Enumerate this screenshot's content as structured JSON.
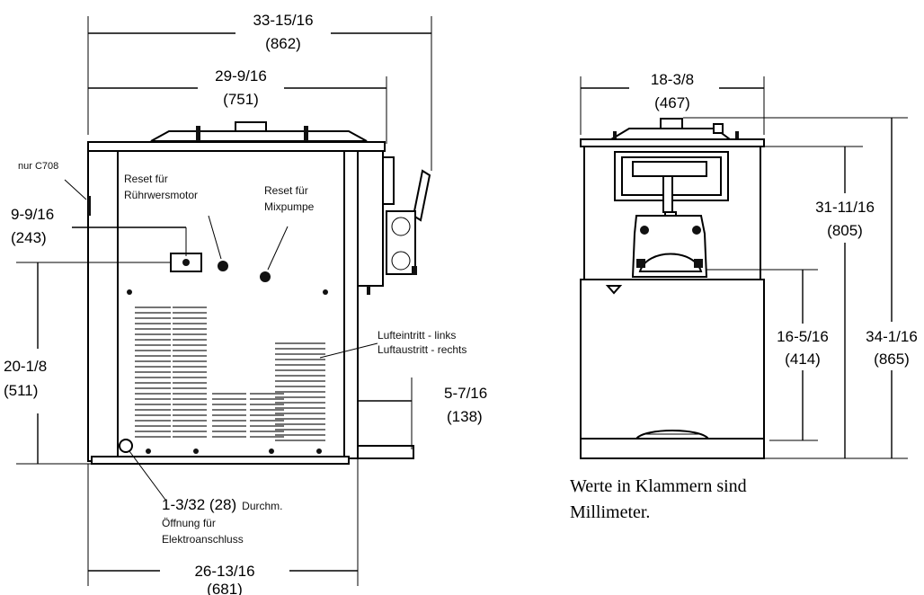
{
  "front_view": {
    "overall_width": {
      "inch": "33-15/16",
      "mm": "(862)"
    },
    "cabinet_width": {
      "inch": "29-9/16",
      "mm": "(751)"
    },
    "left_offset": {
      "inch": "9-9/16",
      "mm": "(243)"
    },
    "height_lower": {
      "inch": "20-1/8",
      "mm": "(511)"
    },
    "drip_tray": {
      "inch": "5-7/16",
      "mm": "(138)"
    },
    "base_width": {
      "inch": "26-13/16",
      "mm": "(681)"
    },
    "hole_size": "1-3/32 (28)",
    "hole_unit": "Durchm.",
    "hole_label": [
      "Öffnung für",
      "Elektroanschluss"
    ],
    "label_nur": "nur C708",
    "label_reset_motor": [
      "Reset für",
      "Rührwersmotor"
    ],
    "label_reset_pump": [
      "Reset für",
      "Mixpumpe"
    ],
    "label_air": [
      "Lufteintritt  - links",
      "Luftaustritt - rechts"
    ]
  },
  "side_view": {
    "width": {
      "inch": "18-3/8",
      "mm": "(467)"
    },
    "height_upper": {
      "inch": "31-11/16",
      "mm": "(805)"
    },
    "height_mid": {
      "inch": "16-5/16",
      "mm": "(414)"
    },
    "height_total": {
      "inch": "34-1/16",
      "mm": "(865)"
    }
  },
  "note": [
    "Werte in Klammern sind",
    "Millimeter."
  ]
}
